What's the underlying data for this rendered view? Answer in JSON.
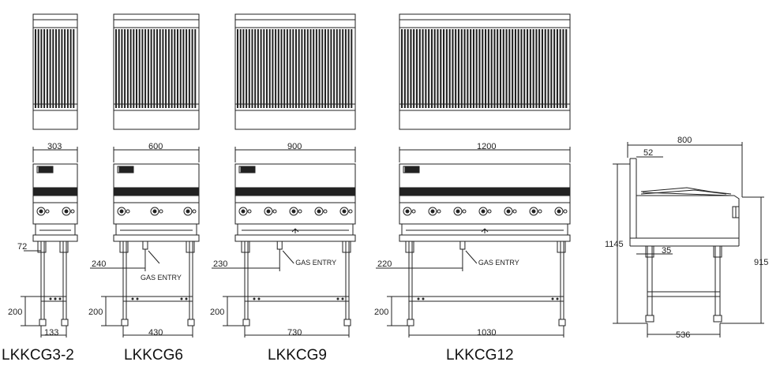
{
  "models": [
    {
      "name": "LKKCG3-2",
      "width": "303",
      "dims": {
        "leg_inset": "72",
        "leg_height": "200",
        "foot_span": "133"
      },
      "gas_entry": null
    },
    {
      "name": "LKKCG6",
      "width": "600",
      "dims": {
        "leg_height": "200",
        "foot_span": "430",
        "gas_offset": "240"
      },
      "gas_entry": "GAS ENTRY"
    },
    {
      "name": "LKKCG9",
      "width": "900",
      "dims": {
        "leg_height": "200",
        "foot_span": "730",
        "gas_offset": "230"
      },
      "gas_entry": "GAS ENTRY"
    },
    {
      "name": "LKKCG12",
      "width": "1200",
      "dims": {
        "leg_height": "200",
        "foot_span": "1030",
        "gas_offset": "220"
      },
      "gas_entry": "GAS ENTRY"
    }
  ],
  "side_view": {
    "depth": "800",
    "splash": "52",
    "overall_height": "1145",
    "work_height": "915",
    "offset": "35",
    "foot_depth": "536"
  }
}
